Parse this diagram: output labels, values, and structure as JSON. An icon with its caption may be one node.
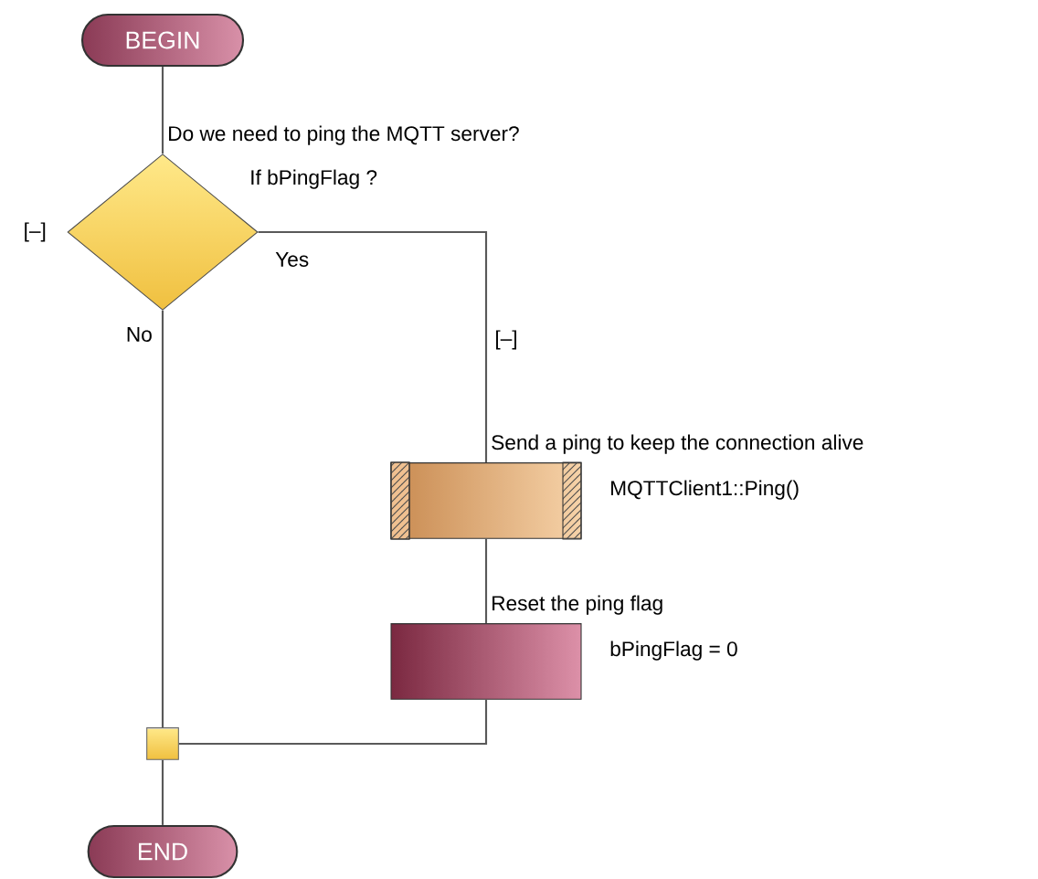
{
  "diagram": {
    "nodes": [
      {
        "text": [
          "BEGIN"
        ]
      },
      {
        "text": [
          "Do we need to ping the MQTT server?",
          "If bPingFlag ?"
        ],
        "beside": [
          "[–]"
        ]
      },
      {
        "text": [
          "Send a ping to keep the connection alive",
          "MQTTClient1::Ping()"
        ]
      },
      {
        "text": [
          "Reset the ping flag",
          "bPingFlag = 0"
        ]
      },
      {
        "text": [],
        "shape": "box"
      },
      {
        "text": [
          "END"
        ]
      }
    ],
    "edges": [
      {
        "from": 0,
        "to": 1,
        "arrow": "none"
      },
      {
        "from": 1,
        "to": 2,
        "arrow": "none",
        "label": "Yes"
      },
      {
        "from": 2,
        "to": 3,
        "arrow": "none"
      },
      {
        "from": 3,
        "to": 4,
        "arrow": "none"
      },
      {
        "from": 1,
        "to": 4,
        "arrow": "none",
        "label": "No"
      },
      {
        "from": 4,
        "to": 5,
        "arrow": "none"
      }
    ],
    "labels": [
      "[–]"
    ]
  }
}
